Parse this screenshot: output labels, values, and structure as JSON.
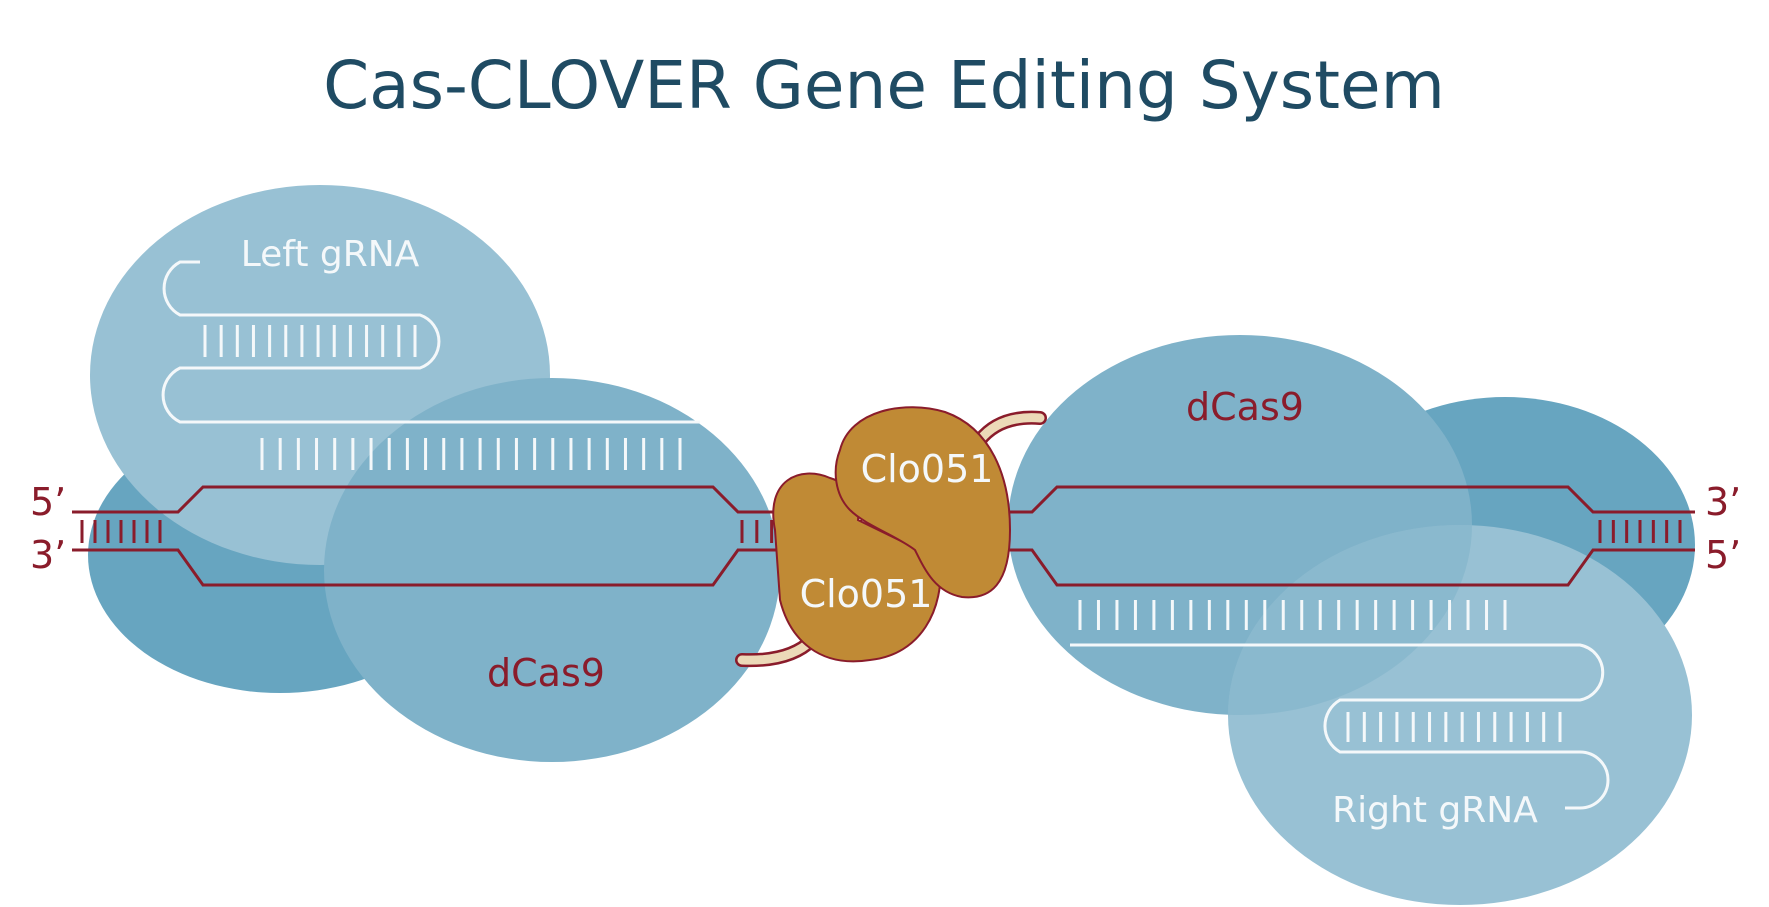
{
  "title": "Cas-CLOVER Gene Editing System",
  "labels": {
    "left_grna": "Left gRNA",
    "right_grna": "Right gRNA",
    "dcas9_left": "dCas9",
    "dcas9_right": "dCas9",
    "clo051_top": "Clo051",
    "clo051_bottom": "Clo051",
    "left_5prime": "5’",
    "left_3prime": "3’",
    "right_3prime": "3’",
    "right_5prime": "5’"
  },
  "colors": {
    "title": "#1f4b63",
    "dcas9_dark": "#67a5c0",
    "dcas9_mid": "#7fb2c9",
    "grna_light": "#98c1d4",
    "clo051": "#c08a35",
    "linker": "#ecd9b8",
    "dna_strand": "#8a1c2b",
    "rna": "#f4f8fa"
  }
}
